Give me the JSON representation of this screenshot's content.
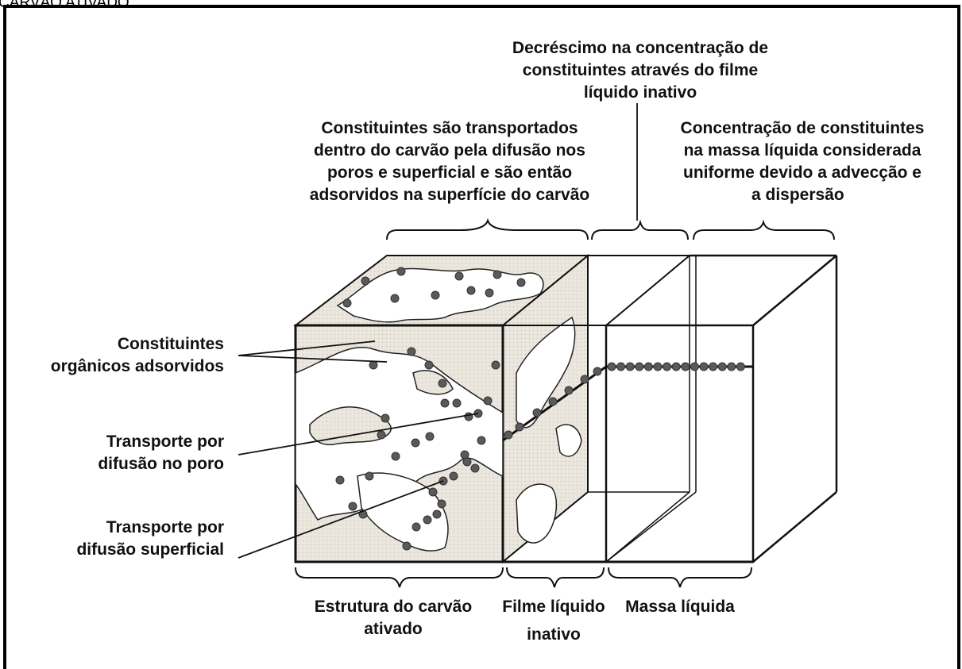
{
  "header_clip": "CARVÃO ATIVADO",
  "annotations": {
    "film_decrease": [
      "Decréscimo na concentração de",
      "constituintes através do filme",
      "líquido inativo"
    ],
    "internal_transport": [
      "Constituintes são transportados",
      "dentro do carvão pela difusão nos",
      "poros e superficial e são então",
      "adsorvidos na superfície do carvão"
    ],
    "bulk_concentration": [
      "Concentração de constituintes",
      "na massa líquida considerada",
      "uniforme devido a advecção e",
      "a dispersão"
    ],
    "adsorbed_organics": [
      "Constituintes",
      "orgânicos adsorvidos"
    ],
    "pore_diffusion": [
      "Transporte por",
      "difusão no poro"
    ],
    "surface_diffusion": [
      "Transporte por",
      "difusão superficial"
    ]
  },
  "zones": {
    "carbon_structure": [
      "Estrutura do carvão",
      "ativado"
    ],
    "liquid_film": [
      "Filme líquido",
      "inativo"
    ],
    "bulk_liquid": [
      "Massa líquida"
    ]
  },
  "colors": {
    "line": "#111111",
    "carbon_fill": "#e4e0d6",
    "particle": "#5a5a5a",
    "text": "#111111"
  }
}
